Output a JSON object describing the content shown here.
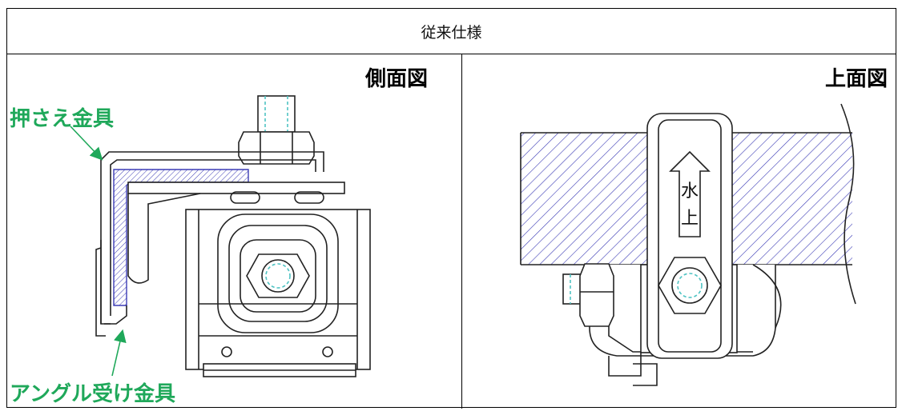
{
  "header": {
    "title": "従来仕様"
  },
  "left_panel": {
    "title": "側面図",
    "callouts": {
      "clamp": "押さえ金具",
      "angle_bracket": "アングル受け金具"
    }
  },
  "right_panel": {
    "title": "上面図",
    "arrow_label_1": "水",
    "arrow_label_2": "上"
  },
  "colors": {
    "callout": "#1fa85a",
    "hatch": "#3b3bb5",
    "line": "#222222",
    "bolt": "#4fc3c3"
  }
}
